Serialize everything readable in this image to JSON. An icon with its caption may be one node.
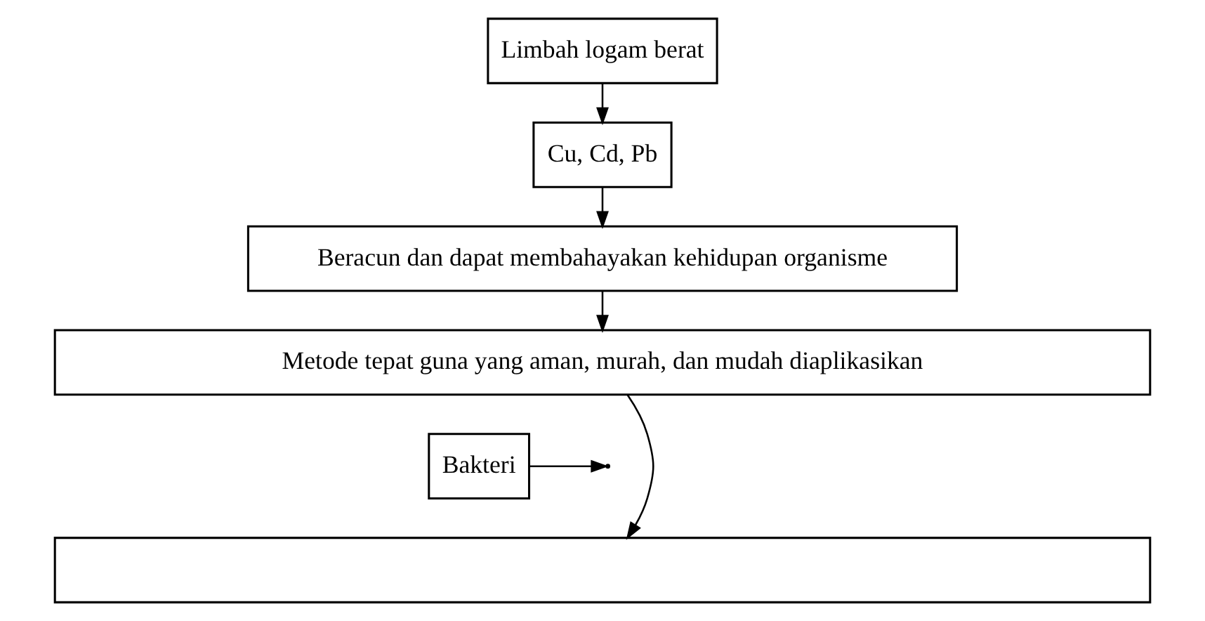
{
  "diagram": {
    "nodes": [
      {
        "text": [
          "Limbah logam berat"
        ]
      },
      {
        "text": [
          "Cu, Cd, Pb"
        ]
      },
      {
        "text": [
          "Beracun dan dapat membahayakan kehidupan organisme"
        ]
      },
      {
        "text": [
          "Metode tepat guna yang aman, murah, dan mudah diaplikasikan"
        ]
      },
      {
        "text": [
          "Bakteri"
        ]
      },
      {
        "text": [],
        "shape": "box"
      }
    ],
    "edges": [
      {
        "from": 0,
        "to": 1,
        "arrow": "to"
      },
      {
        "from": 1,
        "to": 2,
        "arrow": "to"
      },
      {
        "from": 2,
        "to": 3,
        "arrow": "to"
      },
      {
        "from": 3,
        "to": 5,
        "arrow": "to"
      },
      {
        "from": 4,
        "to": null,
        "arrow": "to"
      }
    ]
  }
}
